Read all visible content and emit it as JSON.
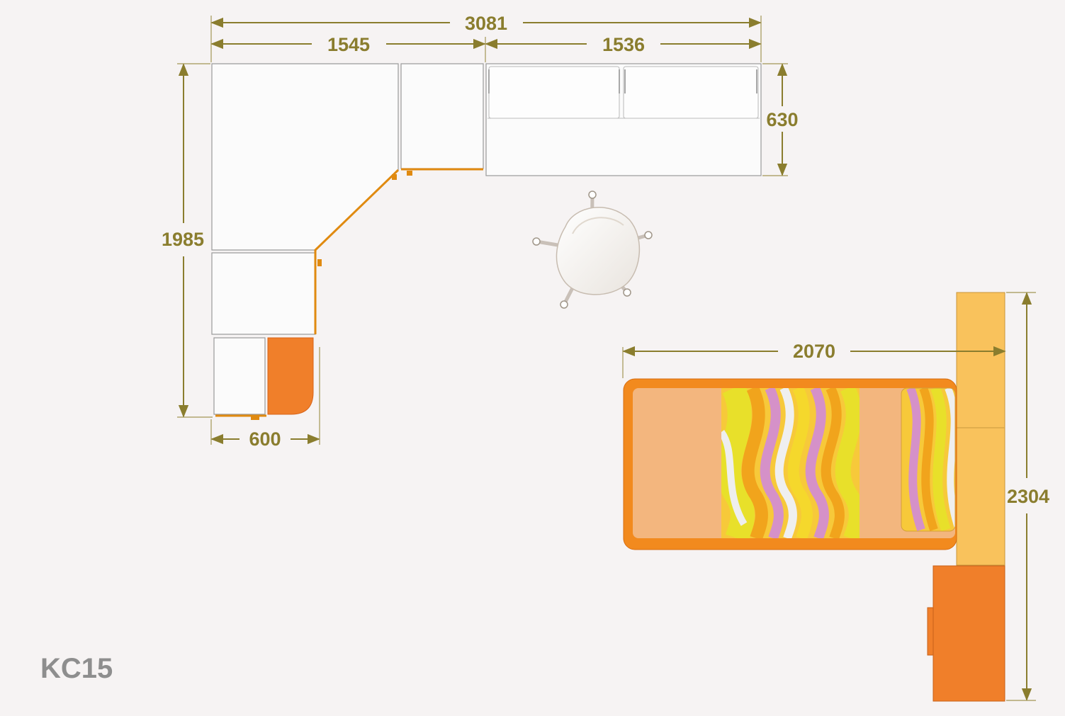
{
  "dimensions": {
    "overall_width": "3081",
    "desk_left_width": "1545",
    "desk_right_width": "1536",
    "desk_depth": "630",
    "corner_height": "1985",
    "pedestal_width": "600",
    "bed_length": "2070",
    "wardrobe_length": "2304"
  },
  "model_code": "KC15",
  "colors": {
    "dimension": "#8a7d2e",
    "orange": "#f07f2a",
    "bed_frame": "#f28a1e",
    "mattress": "#f3b67e",
    "headboard": "#f9c25c",
    "edge_trim": "#e08a10",
    "code_gray": "#8e8e8e"
  }
}
